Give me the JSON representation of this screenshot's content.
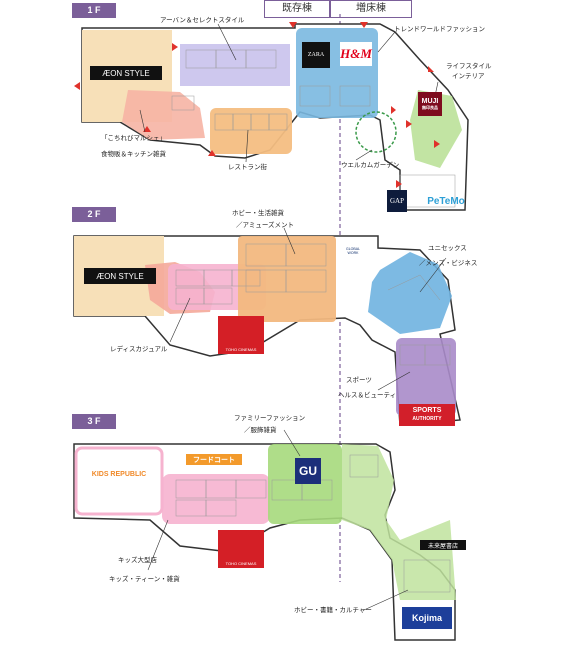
{
  "header": {
    "existing_building": "既存棟",
    "extension_building": "増床棟"
  },
  "floors": [
    {
      "label": "1 F",
      "labels": {
        "urban_select": "アーバン＆セレクトスタイル",
        "trend_world": "トレンドワールドファッション",
        "lifestyle": "ライフスタイル",
        "interior": "インテリア",
        "kochirebi": "「こちれびマルシェ」",
        "food_kitchen": "食物販＆キッチン雑貨",
        "restaurant": "レストラン街",
        "welcome_garden": "ウエルカムガーデン"
      },
      "logos": {
        "aeon": "ÆON STYLE",
        "zara": "ZARA",
        "hm": "H&M",
        "muji": "MUJI",
        "muji_sub": "無印良品",
        "gap": "GAP",
        "petemo": "PeTeMo"
      }
    },
    {
      "label": "2 F",
      "labels": {
        "hobby_line1": "ホビー・生活雑貨",
        "hobby_line2": "／アミューズメント",
        "unisex": "ユニセックス",
        "mens": "／メンズ・ビジネス",
        "ladies": "レディスカジュアル",
        "sports": "スポーツ",
        "health": "ヘルス＆ビューティ"
      },
      "logos": {
        "aeon": "ÆON STYLE",
        "toho": "TOHO CINEMAS",
        "global_work": "GLOBAL WORK",
        "sports_authority_1": "SPORTS",
        "sports_authority_2": "AUTHORITY"
      }
    },
    {
      "label": "3 F",
      "labels": {
        "family_line1": "ファミリーファッション",
        "family_line2": "／服飾雑貨",
        "foodcourt": "フードコート",
        "kids_big": "キッズ大型店",
        "kids_teen": "キッズ・ティーン・雑貨",
        "hobby_books": "ホビー・書籍・カルチャー"
      },
      "logos": {
        "kids_republic": "KIDS REPUBLIC",
        "toho": "TOHO CINEMAS",
        "gu": "GU",
        "mirai": "未来屋書店",
        "kojima": "Kojima"
      }
    }
  ],
  "colors": {
    "floor_tab": "#7b5f99",
    "orange": "#f2b880",
    "purple": "#b9b4e4",
    "blue": "#6fb3e0",
    "green": "#a6d97c",
    "pink": "#f6b3cf",
    "salmon": "#f4a99a",
    "violet": "#a98bc9",
    "dashed_line": "#7b5f99"
  }
}
